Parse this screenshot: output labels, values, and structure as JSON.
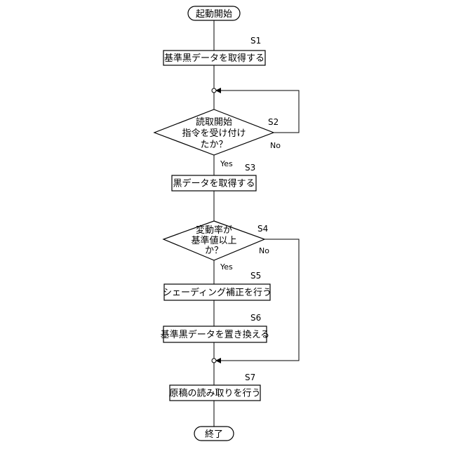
{
  "flowchart": {
    "start": "起動開始",
    "end": "終了",
    "steps": {
      "s1": {
        "label": "S1",
        "text": "基準黒データを取得する"
      },
      "s2": {
        "label": "S2",
        "lines": [
          "読取開始",
          "指令を受け付け",
          "たか？"
        ],
        "yes": "Yes",
        "no": "No"
      },
      "s3": {
        "label": "S3",
        "text": "黒データを取得する"
      },
      "s4": {
        "label": "S4",
        "lines": [
          "変動率が",
          "基準値以上",
          "か？"
        ],
        "yes": "Yes",
        "no": "No"
      },
      "s5": {
        "label": "S5",
        "text": "シェーディング補正を行う"
      },
      "s6": {
        "label": "S6",
        "text": "基準黒データを置き換える"
      },
      "s7": {
        "label": "S7",
        "text": "原稿の読み取りを行う"
      }
    }
  }
}
